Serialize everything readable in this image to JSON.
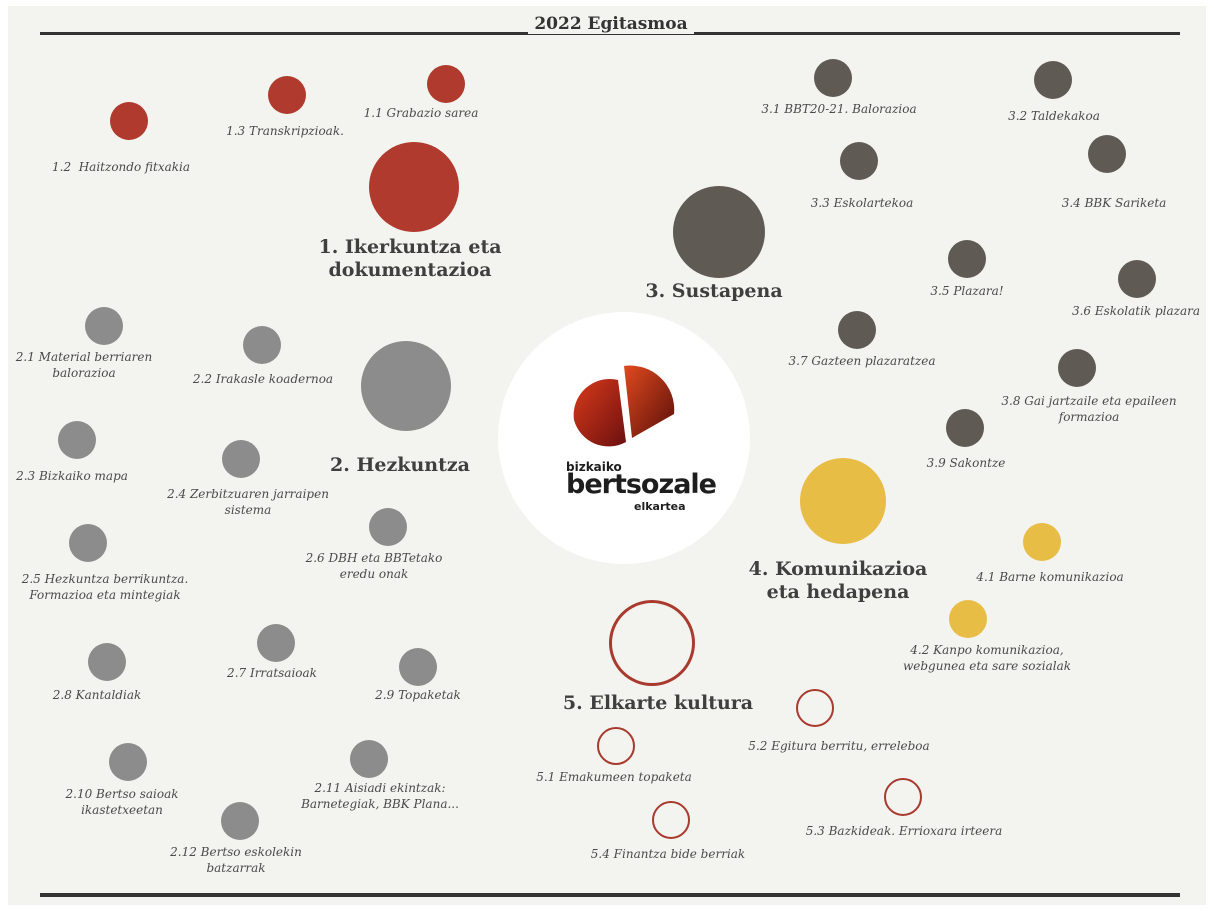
{
  "title": "2022 Egitasmoa",
  "colors": {
    "research": "#b03a2e",
    "education": "#8c8c8c",
    "promotion": "#5f5a53",
    "communication": "#e8bd45",
    "culture_outline": "#a83a2e",
    "heading": "#3f3f3f",
    "label": "#4a4a4a"
  },
  "logo": {
    "small_top": "bizkaiko",
    "main": "bertsozale",
    "small_bottom": "elkartea"
  },
  "sections": [
    {
      "id": "1",
      "heading": "1. Ikerkuntza eta\ndokumentazioa",
      "color_key": "research",
      "style": "filled",
      "items": [
        {
          "id": "1.1",
          "label": "1.1 Grabazio sarea"
        },
        {
          "id": "1.2",
          "label": "1.2  Haitzondo fitxakia"
        },
        {
          "id": "1.3",
          "label": "1.3 Transkripzioak."
        }
      ]
    },
    {
      "id": "2",
      "heading": "2. Hezkuntza",
      "color_key": "education",
      "style": "filled",
      "items": [
        {
          "id": "2.1",
          "label": "2.1 Material berriaren\nbalorazioa"
        },
        {
          "id": "2.2",
          "label": "2.2 Irakasle koadernoa"
        },
        {
          "id": "2.3",
          "label": "2.3 Bizkaiko mapa"
        },
        {
          "id": "2.4",
          "label": "2.4 Zerbitzuaren jarraipen\nsistema"
        },
        {
          "id": "2.5",
          "label": "2.5 Hezkuntza berrikuntza.\nFormazioa eta mintegiak"
        },
        {
          "id": "2.6",
          "label": "2.6 DBH eta BBTetako\neredu onak"
        },
        {
          "id": "2.7",
          "label": "2.7 Irratsaioak"
        },
        {
          "id": "2.8",
          "label": "2.8 Kantaldiak"
        },
        {
          "id": "2.9",
          "label": "2.9 Topaketak"
        },
        {
          "id": "2.10",
          "label": "2.10 Bertso saioak\nikastetxeetan"
        },
        {
          "id": "2.11",
          "label": "2.11 Aisiadi ekintzak:\nBarnetegiak, BBK Plana..."
        },
        {
          "id": "2.12",
          "label": "2.12 Bertso eskolekin\nbatzarrak"
        }
      ]
    },
    {
      "id": "3",
      "heading": "3. Sustapena",
      "color_key": "promotion",
      "style": "filled",
      "items": [
        {
          "id": "3.1",
          "label": "3.1 BBT20-21. Balorazioa"
        },
        {
          "id": "3.2",
          "label": "3.2 Taldekakoa"
        },
        {
          "id": "3.3",
          "label": "3.3 Eskolartekoa"
        },
        {
          "id": "3.4",
          "label": "3.4 BBK Sariketa"
        },
        {
          "id": "3.5",
          "label": "3.5 Plazara!"
        },
        {
          "id": "3.6",
          "label": "3.6 Eskolatik plazara"
        },
        {
          "id": "3.7",
          "label": "3.7 Gazteen plazaratzea"
        },
        {
          "id": "3.8",
          "label": "3.8 Gai jartzaile eta epaileen\nformazioa"
        },
        {
          "id": "3.9",
          "label": "3.9 Sakontze"
        }
      ]
    },
    {
      "id": "4",
      "heading": "4. Komunikazioa\neta hedapena",
      "color_key": "communication",
      "style": "filled",
      "items": [
        {
          "id": "4.1",
          "label": "4.1 Barne komunikazioa"
        },
        {
          "id": "4.2",
          "label": "4.2 Kanpo komunikazioa,\nwebgunea eta sare sozialak"
        }
      ]
    },
    {
      "id": "5",
      "heading": "5. Elkarte kultura",
      "color_key": "culture_outline",
      "style": "outline",
      "items": [
        {
          "id": "5.1",
          "label": "5.1 Emakumeen topaketa"
        },
        {
          "id": "5.2",
          "label": "5.2 Egitura berritu, erreleboa"
        },
        {
          "id": "5.3",
          "label": "5.3 Bazkideak. Errioxara irteera"
        },
        {
          "id": "5.4",
          "label": "5.4 Finantza bide berriak"
        }
      ]
    }
  ]
}
